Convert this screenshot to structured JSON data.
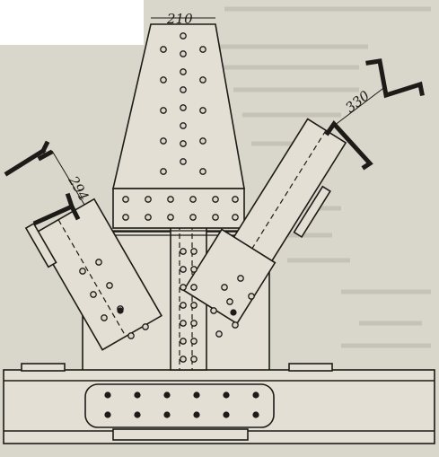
{
  "dimensions": {
    "top_width": "210",
    "left_angle": "294",
    "right_angle": "330"
  },
  "colors": {
    "paper": "#d9d6cc",
    "ink": "#1d1b17",
    "plate_fill": "#e3dfd4"
  }
}
